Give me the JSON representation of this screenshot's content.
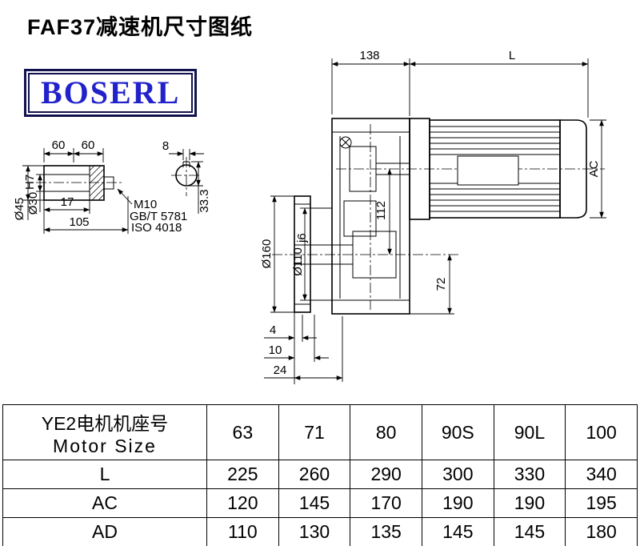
{
  "page": {
    "title": "FAF37减速机尺寸图纸",
    "logo": "BOSERL"
  },
  "drawing": {
    "dim_138": "138",
    "dim_L": "L",
    "dim_AC": "AC",
    "dim_112": "112",
    "dim_72": "72",
    "dim_160": "Ø160",
    "dim_110": "Ø110",
    "dim_110_tol": "j6",
    "dim_4": "4",
    "dim_10": "10",
    "dim_24": "24",
    "shaft": {
      "dim_60a": "60",
      "dim_60b": "60",
      "dim_45": "Ø45",
      "dim_30": "Ø30",
      "dim_30_tol": "H7",
      "dim_17": "17",
      "dim_105": "105",
      "thread": "M10",
      "std_gb": "GB/T 5781",
      "std_iso": "ISO 4018",
      "dim_8": "8",
      "dim_333": "33.3"
    }
  },
  "table": {
    "header_cn": "YE2电机机座号",
    "header_en": "Motor Size",
    "columns": [
      "63",
      "71",
      "80",
      "90S",
      "90L",
      "100"
    ],
    "rows": [
      {
        "label": "L",
        "values": [
          "225",
          "260",
          "290",
          "300",
          "330",
          "340"
        ]
      },
      {
        "label": "AC",
        "values": [
          "120",
          "145",
          "170",
          "190",
          "190",
          "195"
        ]
      },
      {
        "label": "AD",
        "values": [
          "110",
          "130",
          "135",
          "145",
          "145",
          "180"
        ]
      }
    ]
  }
}
